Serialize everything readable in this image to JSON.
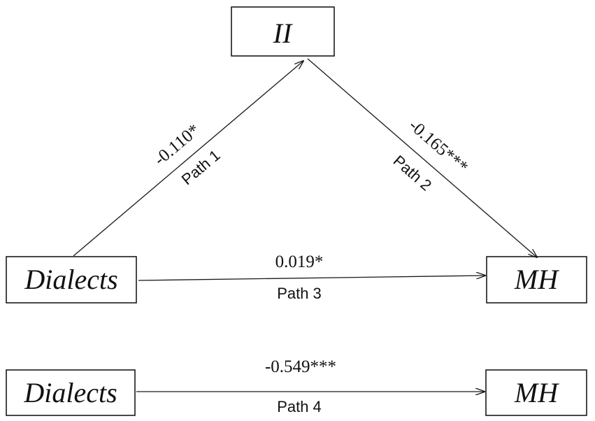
{
  "nodes": {
    "ii": "II",
    "dialects_top": "Dialects",
    "mh_top": "MH",
    "dialects_bottom": "Dialects",
    "mh_bottom": "MH"
  },
  "paths": {
    "path1": {
      "coef": "-0.110*",
      "label": "Path 1"
    },
    "path2": {
      "coef": "-0.165***",
      "label": "Path 2"
    },
    "path3": {
      "coef": "0.019*",
      "label": "Path 3"
    },
    "path4": {
      "coef": "-0.549***",
      "label": "Path 4"
    }
  },
  "colors": {
    "line": "#1a1a1a",
    "text": "#111111",
    "background": "#ffffff"
  }
}
